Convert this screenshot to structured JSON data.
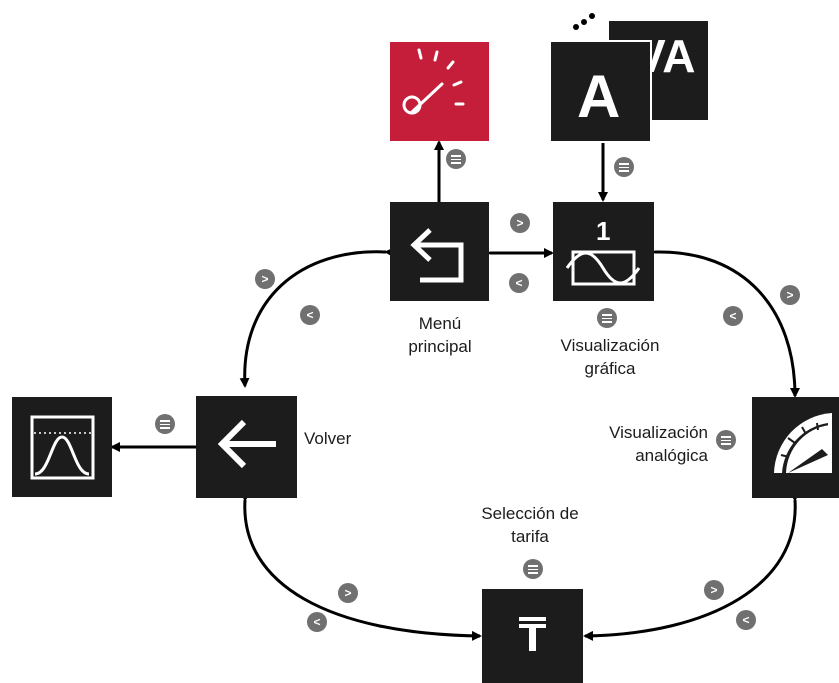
{
  "labels": {
    "menu_principal": [
      "Menú",
      "principal"
    ],
    "visualizacion_grafica": [
      "Visualización",
      "gráfica"
    ],
    "visualizacion_analogica": [
      "Visualización",
      "analógica"
    ],
    "volver": "Volver",
    "seleccion_tarifa": [
      "Selección de",
      "tarifa"
    ]
  },
  "glyphs": {
    "next": ">",
    "prev": "<",
    "page_number": "1",
    "letter_a": "A",
    "letters_va": "VA",
    "tarifa_symbol": "T"
  },
  "colors": {
    "tile": "#1c1c1c",
    "accent_tile": "#c41e3a",
    "button": "#707070",
    "line": "#000000"
  }
}
